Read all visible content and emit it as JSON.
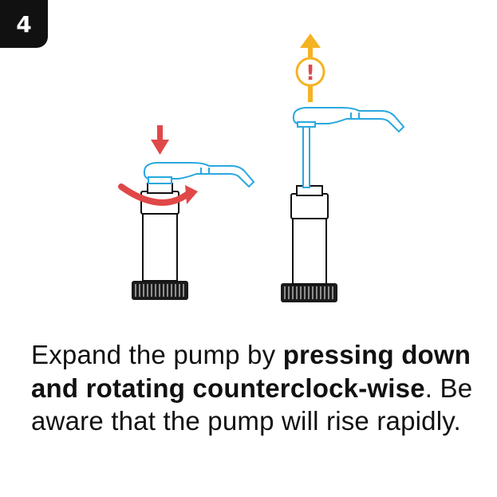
{
  "step": {
    "number": "4"
  },
  "colors": {
    "press_arrow": "#e04848",
    "rotate_arrow": "#e04848",
    "rise_arrow": "#f4b323",
    "pump_head": "#29a8e0",
    "outline": "#111111"
  },
  "icons": {
    "press": "arrow-down-icon",
    "rotate": "counterclockwise-arrow-icon",
    "rise": "arrow-up-icon",
    "warning": "exclamation-icon"
  },
  "warning": {
    "symbol": "!"
  },
  "caption": {
    "part1": "Expand the pump by ",
    "bold": "pressing down and rotating counterclock-wise",
    "part2": ". Be aware that the pump will rise rapidly."
  }
}
